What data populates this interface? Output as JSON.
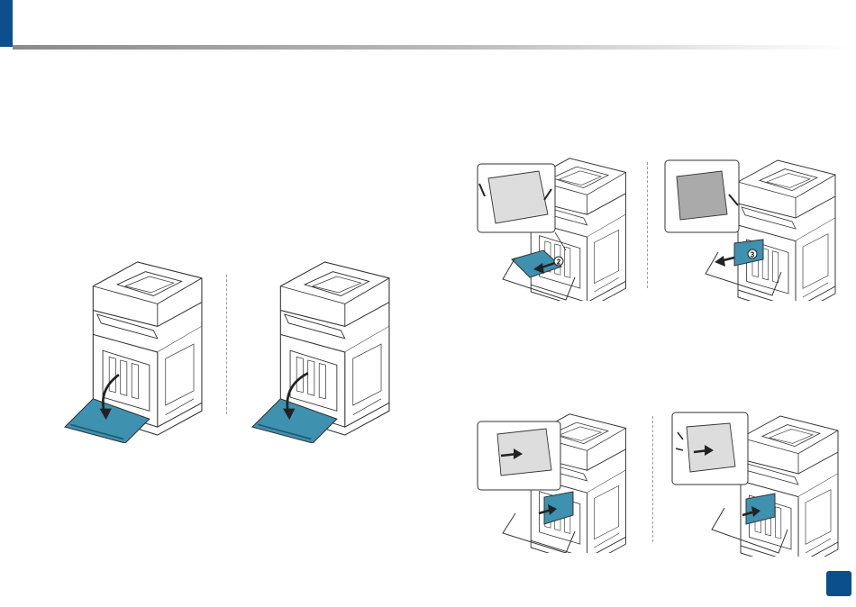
{
  "document": {
    "accent_color": "#0b4f8c",
    "panel_color": "#3f91b0",
    "callout_numbers": [
      "2",
      "3"
    ]
  },
  "figures": [
    {
      "id": "open-front-cover-1",
      "icon": "printer-open-front-cover"
    },
    {
      "id": "open-front-cover-2",
      "icon": "printer-open-front-cover"
    },
    {
      "id": "remove-waste-toner-container-step-2",
      "icon": "printer-remove-waste-toner"
    },
    {
      "id": "remove-waste-toner-container-step-3",
      "icon": "printer-remove-waste-toner"
    },
    {
      "id": "insert-waste-toner-container-1",
      "icon": "printer-insert-waste-toner"
    },
    {
      "id": "insert-waste-toner-container-2",
      "icon": "printer-insert-waste-toner"
    }
  ]
}
